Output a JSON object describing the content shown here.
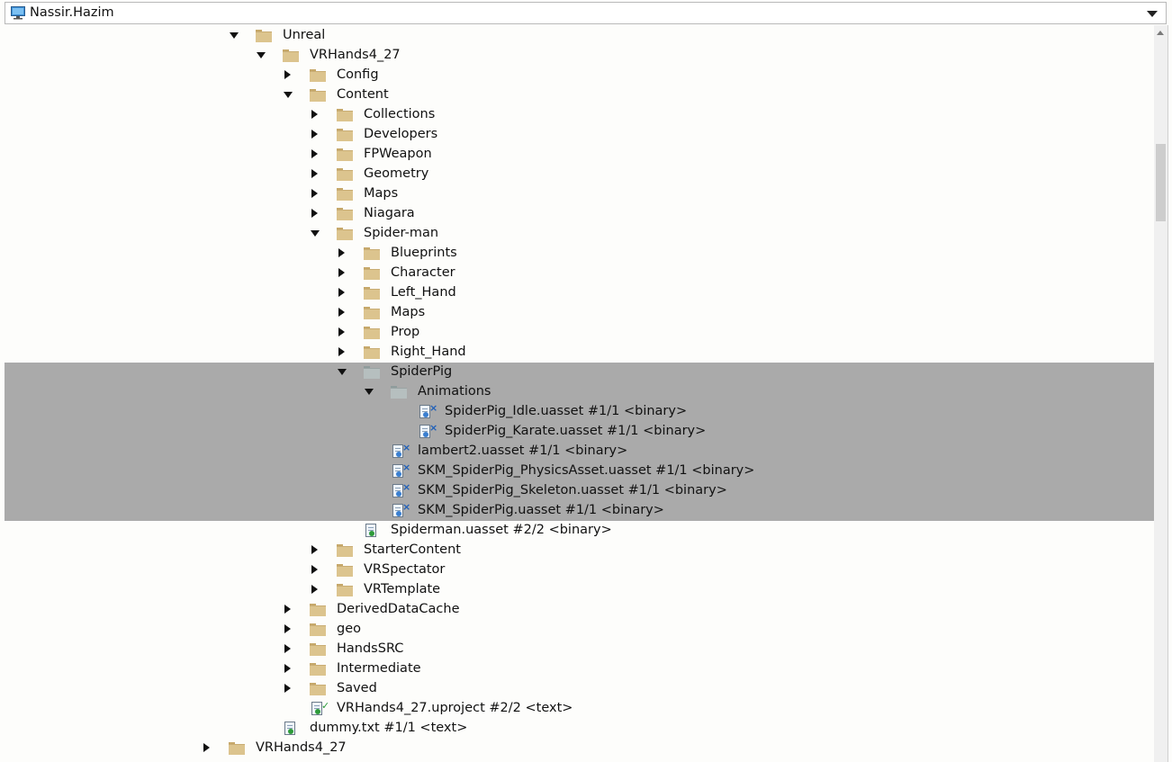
{
  "workspace": {
    "icon": "computer-icon",
    "name": "Nassir.Hazim"
  },
  "colors": {
    "selection": "#aaaaaa",
    "folder": "#dcc48e",
    "folder_selected": "#b6bfbf",
    "background": "#fdfdfb"
  },
  "tree": [
    {
      "label": "Unreal",
      "type": "folder",
      "depth": 0,
      "expanded": true
    },
    {
      "label": "VRHands4_27",
      "type": "folder",
      "depth": 1,
      "expanded": true
    },
    {
      "label": "Config",
      "type": "folder",
      "depth": 2,
      "expanded": false
    },
    {
      "label": "Content",
      "type": "folder",
      "depth": 2,
      "expanded": true
    },
    {
      "label": "Collections",
      "type": "folder",
      "depth": 3,
      "expanded": false
    },
    {
      "label": "Developers",
      "type": "folder",
      "depth": 3,
      "expanded": false
    },
    {
      "label": "FPWeapon",
      "type": "folder",
      "depth": 3,
      "expanded": false
    },
    {
      "label": "Geometry",
      "type": "folder",
      "depth": 3,
      "expanded": false
    },
    {
      "label": "Maps",
      "type": "folder",
      "depth": 3,
      "expanded": false
    },
    {
      "label": "Niagara",
      "type": "folder",
      "depth": 3,
      "expanded": false
    },
    {
      "label": "Spider-man",
      "type": "folder",
      "depth": 3,
      "expanded": true
    },
    {
      "label": "Blueprints",
      "type": "folder",
      "depth": 4,
      "expanded": false
    },
    {
      "label": "Character",
      "type": "folder",
      "depth": 4,
      "expanded": false
    },
    {
      "label": "Left_Hand",
      "type": "folder",
      "depth": 4,
      "expanded": false
    },
    {
      "label": "Maps",
      "type": "folder",
      "depth": 4,
      "expanded": false
    },
    {
      "label": "Prop",
      "type": "folder",
      "depth": 4,
      "expanded": false
    },
    {
      "label": "Right_Hand",
      "type": "folder",
      "depth": 4,
      "expanded": false
    },
    {
      "label": "SpiderPig",
      "type": "folder",
      "depth": 4,
      "expanded": true,
      "selected": true
    },
    {
      "label": "Animations",
      "type": "folder",
      "depth": 5,
      "expanded": true,
      "selected": true
    },
    {
      "label": "SpiderPig_Idle.uasset #1/1 <binary>",
      "type": "file",
      "status": "delete",
      "depth": 6,
      "selected": true
    },
    {
      "label": "SpiderPig_Karate.uasset #1/1 <binary>",
      "type": "file",
      "status": "delete",
      "depth": 6,
      "selected": true
    },
    {
      "label": "lambert2.uasset #1/1 <binary>",
      "type": "file",
      "status": "delete",
      "depth": 5,
      "selected": true
    },
    {
      "label": "SKM_SpiderPig_PhysicsAsset.uasset #1/1 <binary>",
      "type": "file",
      "status": "delete",
      "depth": 5,
      "selected": true
    },
    {
      "label": "SKM_SpiderPig_Skeleton.uasset #1/1 <binary>",
      "type": "file",
      "status": "delete",
      "depth": 5,
      "selected": true
    },
    {
      "label": "SKM_SpiderPig.uasset #1/1 <binary>",
      "type": "file",
      "status": "delete",
      "depth": 5,
      "selected": true
    },
    {
      "label": "Spiderman.uasset #2/2 <binary>",
      "type": "file",
      "status": "synced",
      "depth": 4
    },
    {
      "label": "StarterContent",
      "type": "folder",
      "depth": 3,
      "expanded": false
    },
    {
      "label": "VRSpectator",
      "type": "folder",
      "depth": 3,
      "expanded": false
    },
    {
      "label": "VRTemplate",
      "type": "folder",
      "depth": 3,
      "expanded": false
    },
    {
      "label": "DerivedDataCache",
      "type": "folder",
      "depth": 2,
      "expanded": false
    },
    {
      "label": "geo",
      "type": "folder",
      "depth": 2,
      "expanded": false
    },
    {
      "label": "HandsSRC",
      "type": "folder",
      "depth": 2,
      "expanded": false
    },
    {
      "label": "Intermediate",
      "type": "folder",
      "depth": 2,
      "expanded": false
    },
    {
      "label": "Saved",
      "type": "folder",
      "depth": 2,
      "expanded": false
    },
    {
      "label": "VRHands4_27.uproject #2/2 <text>",
      "type": "file",
      "status": "edit",
      "depth": 2
    },
    {
      "label": "dummy.txt #1/1 <text>",
      "type": "file",
      "status": "synced",
      "depth": 1
    },
    {
      "label": "VRHands4_27",
      "type": "folder",
      "depth": -1,
      "expanded": false
    }
  ]
}
